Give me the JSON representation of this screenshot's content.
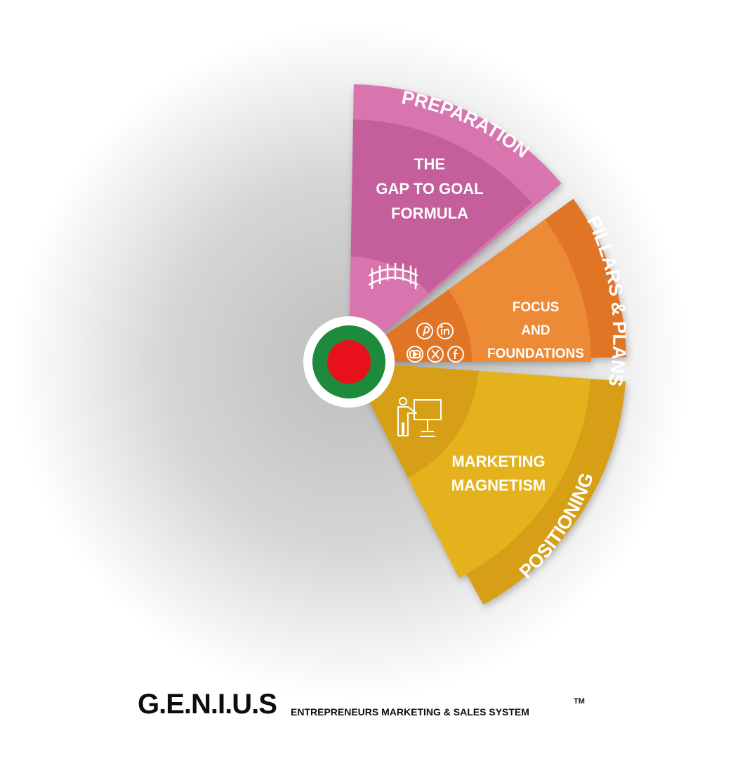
{
  "colors": {
    "preparation": "#d974ae",
    "preparation_inner": "#c45f9b",
    "pillars": "#ec8a34",
    "pillars_inner": "#e07428",
    "positioning": "#e3b21f",
    "positioning_inner": "#d69f16",
    "hub_ring": "#1e8a3c",
    "hub_core": "#e8101b"
  },
  "segments": {
    "preparation": {
      "outer_label": "PREPARATION",
      "inner_lines": [
        "THE",
        "GAP TO GOAL",
        "FORMULA"
      ],
      "icon": "bridge-icon"
    },
    "pillars": {
      "outer_label": "PILLARS & PLANS",
      "inner_lines": [
        "FOCUS",
        "AND",
        "FOUNDATIONS"
      ],
      "icons": [
        "pinterest-icon",
        "linkedin-icon",
        "youtube-icon",
        "x-icon",
        "facebook-icon"
      ]
    },
    "positioning": {
      "outer_label": "POSITIONING",
      "inner_lines": [
        "MARKETING",
        "MAGNETISM"
      ],
      "icon": "presenter-icon"
    }
  },
  "footer": {
    "brand": "G.E.N.I.U.S",
    "tagline": "ENTREPRENEURS MARKETING & SALES SYSTEM",
    "tm": "TM"
  }
}
